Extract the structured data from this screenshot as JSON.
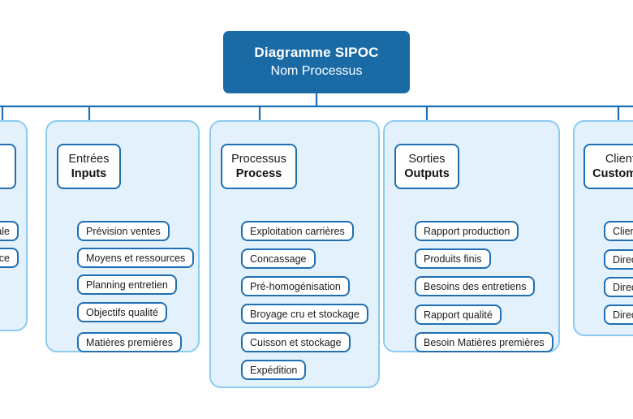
{
  "diagram": {
    "type": "SIPOC",
    "title": {
      "main": "Diagramme SIPOC",
      "sub": "Nom Processus"
    },
    "colors": {
      "title_fill": "#1a6aa6",
      "title_text": "#ffffff",
      "panel_fill": "#e2f1fc",
      "panel_border": "#8ccbef",
      "box_border": "#1f6fb2",
      "box_fill": "#ffffff",
      "connector": "#1f6fb2",
      "text": "#1c1c1c",
      "page_background": "#ffffff"
    },
    "columns": [
      {
        "id": "suppliers",
        "header_fr": "",
        "header_en": "",
        "clipped": "left",
        "items": [
          {
            "label": "ale"
          },
          {
            "label": "ce"
          }
        ]
      },
      {
        "id": "inputs",
        "header_fr": "Entrées",
        "header_en": "Inputs",
        "clipped": "none",
        "items": [
          {
            "label": "Prévision ventes"
          },
          {
            "label": "Moyens et ressources"
          },
          {
            "label": "Planning entretien"
          },
          {
            "label": "Objectifs qualité"
          },
          {
            "label": "Matières premières"
          }
        ]
      },
      {
        "id": "process",
        "header_fr": "Processus",
        "header_en": "Process",
        "clipped": "none",
        "items": [
          {
            "label": "Exploitation carrières"
          },
          {
            "label": "Concassage"
          },
          {
            "label": "Pré-homogénisation"
          },
          {
            "label": "Broyage cru et stockage"
          },
          {
            "label": "Cuisson et stockage"
          },
          {
            "label": "Expédition"
          }
        ]
      },
      {
        "id": "outputs",
        "header_fr": "Sorties",
        "header_en": "Outputs",
        "clipped": "none",
        "items": [
          {
            "label": "Rapport production"
          },
          {
            "label": "Produits finis"
          },
          {
            "label": "Besoins des entretiens"
          },
          {
            "label": "Rapport qualité"
          },
          {
            "label": "Besoin Matières premières"
          }
        ]
      },
      {
        "id": "customers",
        "header_fr": "Clients",
        "header_en": "Customers",
        "clipped": "right",
        "items": [
          {
            "label": "Client"
          },
          {
            "label": "Direct"
          },
          {
            "label": "Direct"
          },
          {
            "label": "Direct"
          }
        ]
      }
    ]
  }
}
